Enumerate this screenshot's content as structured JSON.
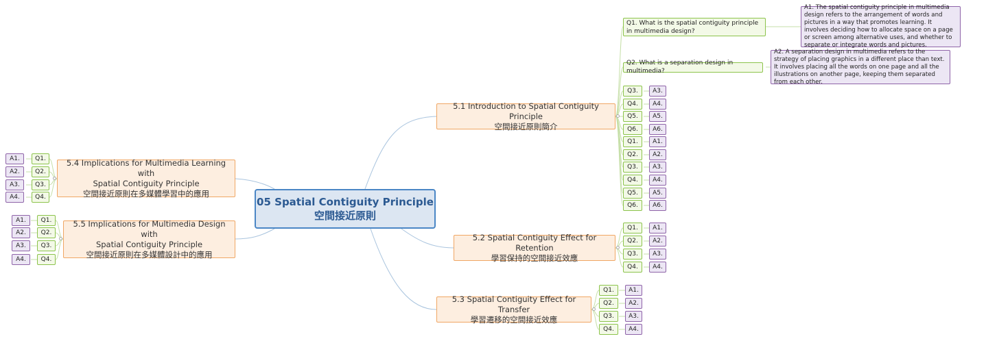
{
  "root": {
    "title": "05 Spatial Contiguity Principle",
    "subtitle": "空間接近原則"
  },
  "topics": {
    "t51": {
      "en": "5.1 Introduction to Spatial Contiguity Principle",
      "zh": "空間接近原則簡介"
    },
    "t52": {
      "en": "5.2 Spatial Contiguity Effect for Retention",
      "zh": "學習保持的空間接近效應"
    },
    "t53": {
      "en": "5.3 Spatial Contiguity Effect for Transfer",
      "zh": "學習遷移的空間接近效應"
    },
    "t54": {
      "en1": "5.4 Implications for Multimedia Learning with",
      "en2": "Spatial Contiguity Principle",
      "zh": "空間接近原則在多媒體學習中的應用"
    },
    "t55": {
      "en1": "5.5 Implications for Multimedia Design with",
      "en2": "Spatial Contiguity Principle",
      "zh": "空間接近原則在多媒體設計中的應用"
    }
  },
  "qa": {
    "q1_long": "Q1. What is the spatial contiguity principle in multimedia design?",
    "a1_long": "A1. The spatial contiguity principle in multimedia design refers to the arrangement of words and pictures in a way that promotes learning. It involves deciding how to allocate space on a page or screen among alternative uses, and whether to separate or integrate words and pictures.",
    "q2_long": "Q2. What is a separation design in multimedia?",
    "a2_long": "A2. A separation design in multimedia refers to the strategy of placing graphics in a different place than text. It involves placing all the words on one page and all the illustrations on another page, keeping them separated from each other.",
    "q1": "Q1.",
    "q2": "Q2.",
    "q3": "Q3.",
    "q4": "Q4.",
    "q5": "Q5.",
    "q6": "Q6.",
    "a1": "A1.",
    "a2": "A2.",
    "a3": "A3.",
    "a4": "A4.",
    "a5": "A5.",
    "a6": "A6."
  },
  "colors": {
    "link": "#a9c4de",
    "branch_green": "#8bc34a",
    "root_border": "#4a86c5",
    "topic_border": "#f0a663"
  }
}
